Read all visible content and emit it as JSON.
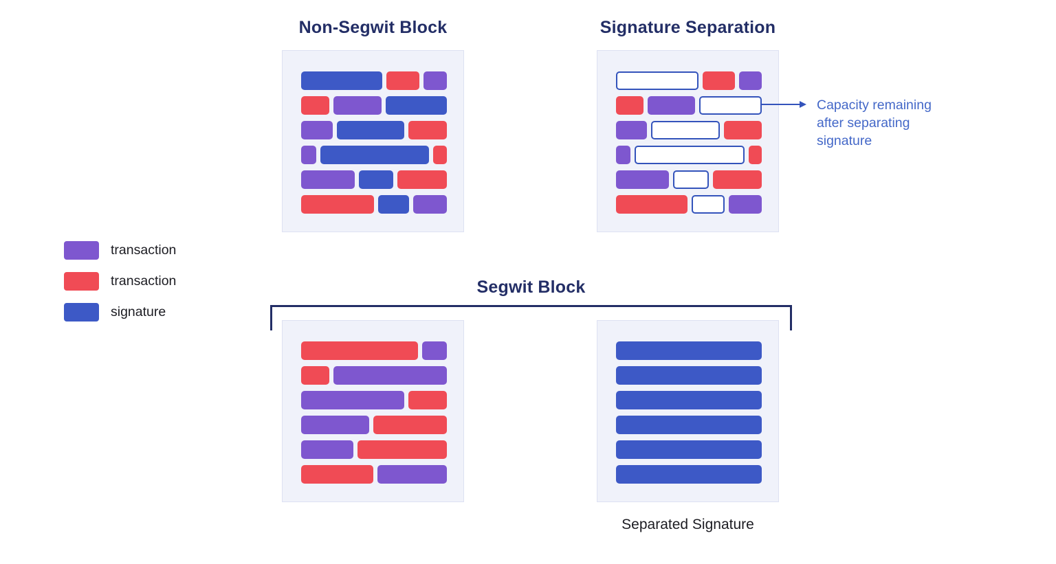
{
  "colors": {
    "purple": "#7e57cf",
    "red": "#f04b55",
    "blue": "#3d59c6",
    "outline": "#3353bb",
    "title": "#232e66",
    "annotation": "#4468c8",
    "text_dark": "#1c1c22",
    "block_bg": "#f0f2fa",
    "block_border": "#dde1f2"
  },
  "non_segwit": {
    "title": "Non-Segwit Block",
    "rows": [
      [
        {
          "c": "blue",
          "w": 118
        },
        {
          "c": "red",
          "w": 48
        },
        {
          "c": "purple",
          "w": 34
        }
      ],
      [
        {
          "c": "red",
          "w": 41
        },
        {
          "c": "purple",
          "w": 71
        },
        {
          "c": "blue",
          "w": 90
        }
      ],
      [
        {
          "c": "purple",
          "w": 46
        },
        {
          "c": "blue",
          "w": 99
        },
        {
          "c": "red",
          "w": 57
        }
      ],
      [
        {
          "c": "purple",
          "w": 22
        },
        {
          "c": "blue",
          "w": 159
        },
        {
          "c": "red",
          "w": 20
        }
      ],
      [
        {
          "c": "purple",
          "w": 79
        },
        {
          "c": "blue",
          "w": 50
        },
        {
          "c": "red",
          "w": 73
        }
      ],
      [
        {
          "c": "red",
          "w": 107
        },
        {
          "c": "blue",
          "w": 45
        },
        {
          "c": "purple",
          "w": 49
        }
      ]
    ]
  },
  "signature_separation": {
    "title": "Signature Separation",
    "annotation": "Capacity remaining\nafter separating\nsignature",
    "rows": [
      [
        {
          "c": "empty",
          "w": 118
        },
        {
          "c": "red",
          "w": 48
        },
        {
          "c": "purple",
          "w": 34
        }
      ],
      [
        {
          "c": "red",
          "w": 41
        },
        {
          "c": "purple",
          "w": 71
        },
        {
          "c": "empty",
          "w": 90
        }
      ],
      [
        {
          "c": "purple",
          "w": 46
        },
        {
          "c": "empty",
          "w": 99
        },
        {
          "c": "red",
          "w": 57
        }
      ],
      [
        {
          "c": "purple",
          "w": 22
        },
        {
          "c": "empty",
          "w": 159
        },
        {
          "c": "red",
          "w": 20
        }
      ],
      [
        {
          "c": "purple",
          "w": 79
        },
        {
          "c": "empty",
          "w": 50
        },
        {
          "c": "red",
          "w": 73
        }
      ],
      [
        {
          "c": "red",
          "w": 107
        },
        {
          "c": "empty",
          "w": 45
        },
        {
          "c": "purple",
          "w": 49
        }
      ]
    ]
  },
  "legend": {
    "items": [
      {
        "color": "purple",
        "label": "transaction"
      },
      {
        "color": "red",
        "label": "transaction"
      },
      {
        "color": "blue",
        "label": "signature"
      }
    ]
  },
  "segwit": {
    "title": "Segwit Block",
    "caption": "Separated Signature",
    "left": {
      "rows": [
        [
          {
            "c": "red",
            "w": 172
          },
          {
            "c": "purple",
            "w": 37
          }
        ],
        [
          {
            "c": "red",
            "w": 42
          },
          {
            "c": "purple",
            "w": 167
          }
        ],
        [
          {
            "c": "purple",
            "w": 152
          },
          {
            "c": "red",
            "w": 57
          }
        ],
        [
          {
            "c": "purple",
            "w": 100
          },
          {
            "c": "red",
            "w": 109
          }
        ],
        [
          {
            "c": "purple",
            "w": 78
          },
          {
            "c": "red",
            "w": 133
          }
        ],
        [
          {
            "c": "red",
            "w": 107
          },
          {
            "c": "purple",
            "w": 102
          }
        ]
      ]
    },
    "right": {
      "rows": [
        [
          {
            "c": "blue",
            "w": 1
          }
        ],
        [
          {
            "c": "blue",
            "w": 1
          }
        ],
        [
          {
            "c": "blue",
            "w": 1
          }
        ],
        [
          {
            "c": "blue",
            "w": 1
          }
        ],
        [
          {
            "c": "blue",
            "w": 1
          }
        ],
        [
          {
            "c": "blue",
            "w": 1
          }
        ]
      ]
    }
  }
}
